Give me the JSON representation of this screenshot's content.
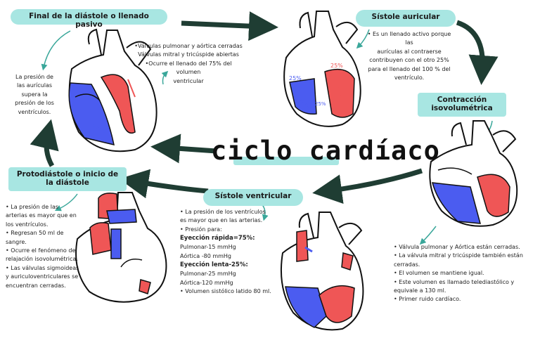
{
  "title": "ciclo cardíaco",
  "stages": {
    "final_diastole": "Final de la diástole o llenado pasivo",
    "sistole_auricular": "Sístole auricular",
    "contraccion": "Contracción isovolumétrica",
    "sistole_ventricular": "Sístole ventricular",
    "protodiastole": "Protodiástole o inicio de la diástole"
  },
  "notes": {
    "presion_auriculas": [
      "La presión de",
      "las aurículas",
      "supera la",
      "presión de los",
      "ventrículos."
    ],
    "valvulas_llenado": [
      "•Válvulas pulmonar y aórtica cerradas",
      "Válvulas mitral y tricúspide abiertas",
      "•Ocurre el llenado del 75% del volumen",
      "ventricular"
    ],
    "sistole_auricular": [
      "• Es un llenado activo porque las",
      "aurículas al contraerse",
      "contribuyen con el otro 25%",
      "para el llenado del 100 % del",
      "ventrículo."
    ],
    "contraccion": [
      "Válvula pulmonar y Aórtica están cerradas.",
      "La válvula mitral y tricúspide también están cerradas.",
      "El volumen se mantiene igual.",
      "Este volumen es llamado telediastólico y equivale a 130 ml.",
      "Primer ruido cardíaco."
    ],
    "sistole_ventricular": {
      "presion": "La presión de los ventrículos es mayor que en las arterias.",
      "presion_para": "Presión para:",
      "rapida": "Eyección rápida=75%:",
      "rapida_items": [
        "Pulmonar-15 mmHg",
        "Aórtica -80 mmHg"
      ],
      "lenta": "Eyección lenta-25%:",
      "lenta_items": [
        "Pulmonar-25 mmHg",
        "Aórtica-120 mmHg"
      ],
      "volumen": "Volumen sistólico latido 80 ml."
    },
    "protodiastole": [
      "La presión de las arterias es mayor que en los ventrículos.",
      "Regresan 50 ml de sangre.",
      "Ocurre el fenómeno de relajación isovolumétrica.",
      "Las válvulas sigmoideas y auriculoventriculares se encuentran cerradas."
    ]
  },
  "heart_labels": {
    "pct_left": "25%",
    "pct_right": "25%",
    "pct_small": "25%"
  },
  "colors": {
    "accent": "#a8e6e2",
    "arrow": "#1f3d33",
    "blue": "#4b5cf0",
    "red": "#ef5656"
  }
}
